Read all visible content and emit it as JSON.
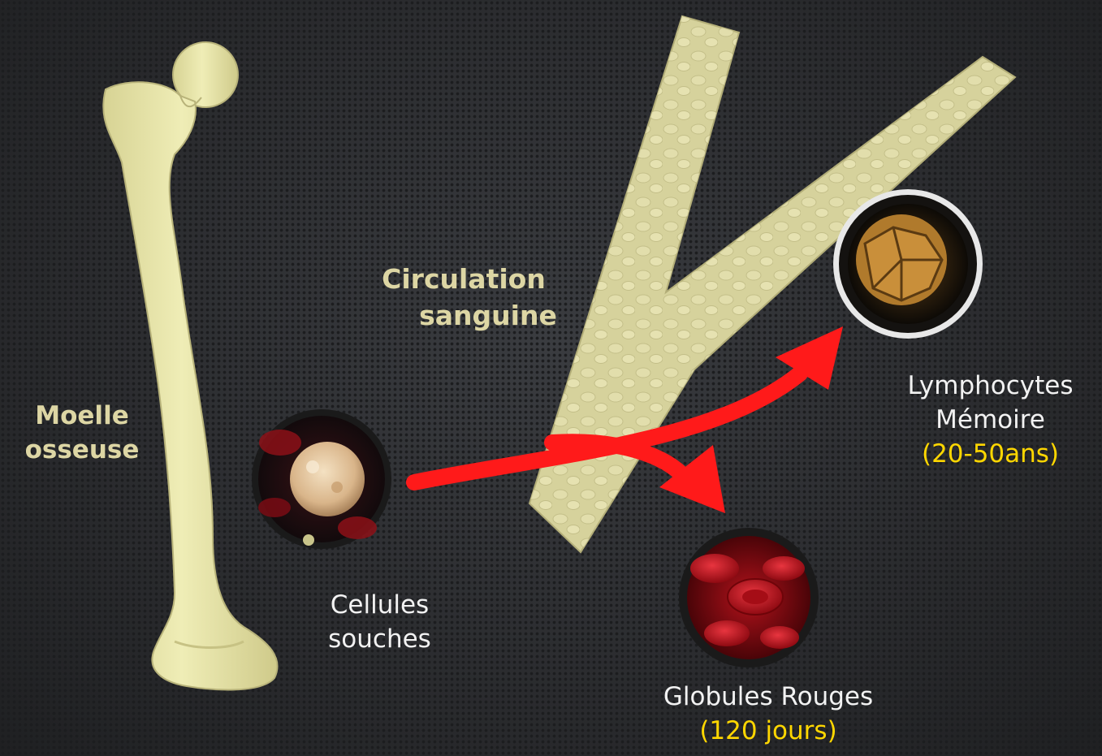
{
  "labels": {
    "bone_marrow": [
      "Moelle",
      "osseuse"
    ],
    "blood_circulation": [
      "Circulation",
      "sanguine"
    ],
    "stem_cells": [
      "Cellules",
      "souches"
    ],
    "memory_lymphocytes": [
      "Lymphocytes",
      "Mémoire"
    ],
    "memory_lymphocytes_lifespan": "(20-50ans)",
    "red_blood_cells": "Globules Rouges",
    "red_blood_cells_lifespan": "(120 jours)"
  },
  "colors": {
    "bone": "#e9e6a8",
    "vessel": "#d8d4a0",
    "arrow": "#ff1a1a",
    "label_gold": "#ddd6a4",
    "lifespan_yellow": "#ffd700",
    "background": "#2b2d30"
  },
  "icons": [
    "femur-bone",
    "blood-vessel",
    "stem-cell",
    "lymphocyte-cell",
    "red-blood-cell"
  ]
}
